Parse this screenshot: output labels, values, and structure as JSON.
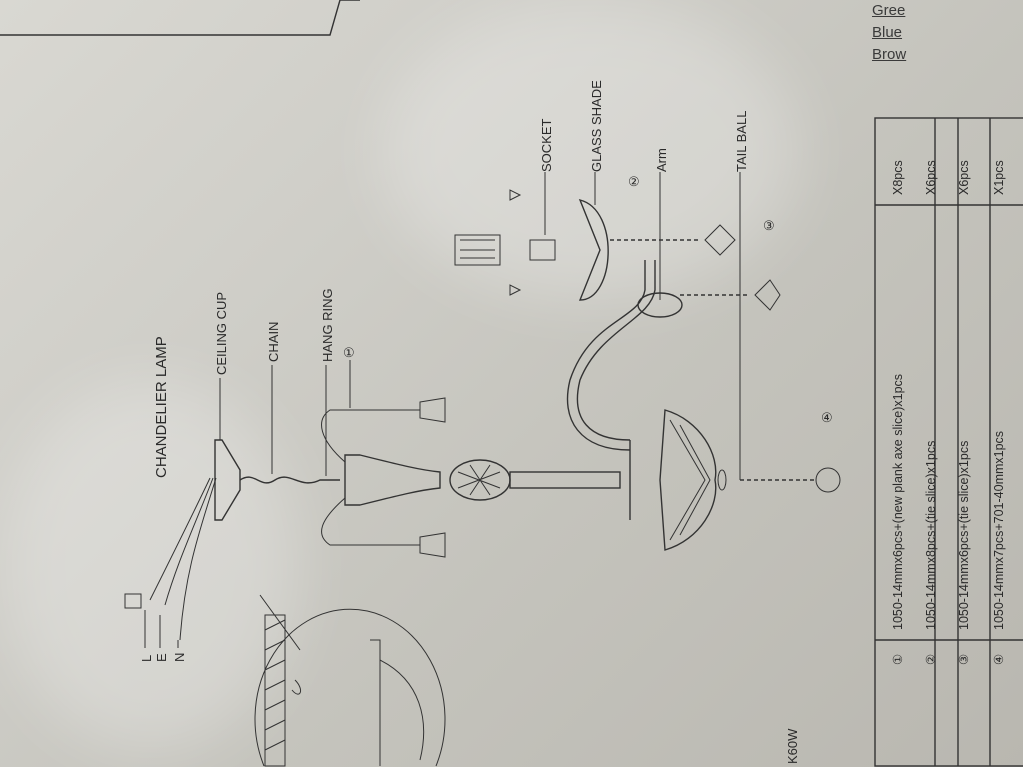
{
  "diagram": {
    "title": "CHANDELIER LAMP",
    "wires": [
      "L",
      "E",
      "N"
    ],
    "labels": {
      "ceiling_cup": "CEILING CUP",
      "chain": "CHAIN",
      "hang_ring": "HANG RING",
      "socket": "SOCKET",
      "glass_shade": "GLASS SHADE",
      "arm": "Arm",
      "tail_ball": "TAIL BALL"
    },
    "callouts": [
      "①",
      "②",
      "③",
      "④"
    ],
    "wattage": "K60W"
  },
  "colors_list": [
    "Gree",
    "Blue",
    "Brow"
  ],
  "parts_table": {
    "rows": [
      {
        "num": "①",
        "desc": "1050-14mmx6pcs+(new plank axe slice)x1pcs",
        "qty": "X8pcs"
      },
      {
        "num": "②",
        "desc": "1050-14mmx8pcs+(tie slice)x1pcs",
        "qty": "X6pcs"
      },
      {
        "num": "③",
        "desc": "1050-14mmx6pcs+(tie slice)x1pcs",
        "qty": "X6pcs"
      },
      {
        "num": "④",
        "desc": "1050-14mmx7pcs+701-40mmx1pcs",
        "qty": "X1pcs"
      }
    ]
  }
}
